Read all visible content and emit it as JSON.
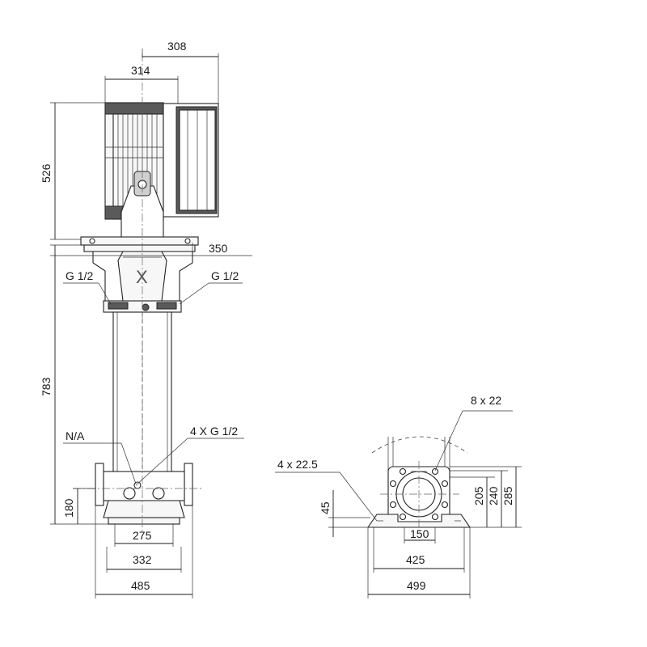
{
  "dimensions": {
    "motor_width": "308",
    "motor_flange_width": "314",
    "motor_height": "526",
    "coupling_width": "350",
    "pump_height": "783",
    "inlet_height": "180",
    "base_inner_width": "275",
    "base_outer_width": "332",
    "flange_to_flange": "485",
    "foot_height": "45",
    "inner_bolt_span": "150",
    "base_length": "425",
    "overall_base_length": "499",
    "flange_dim_205": "205",
    "flange_dim_240": "240",
    "flange_dim_285": "285"
  },
  "callouts": {
    "left_port": "G 1/2",
    "right_port": "G 1/2",
    "drain_label": "N/A",
    "drain_ports": "4 X G 1/2",
    "flange_holes": "8 x 22",
    "foot_holes": "4 x 22.5"
  }
}
